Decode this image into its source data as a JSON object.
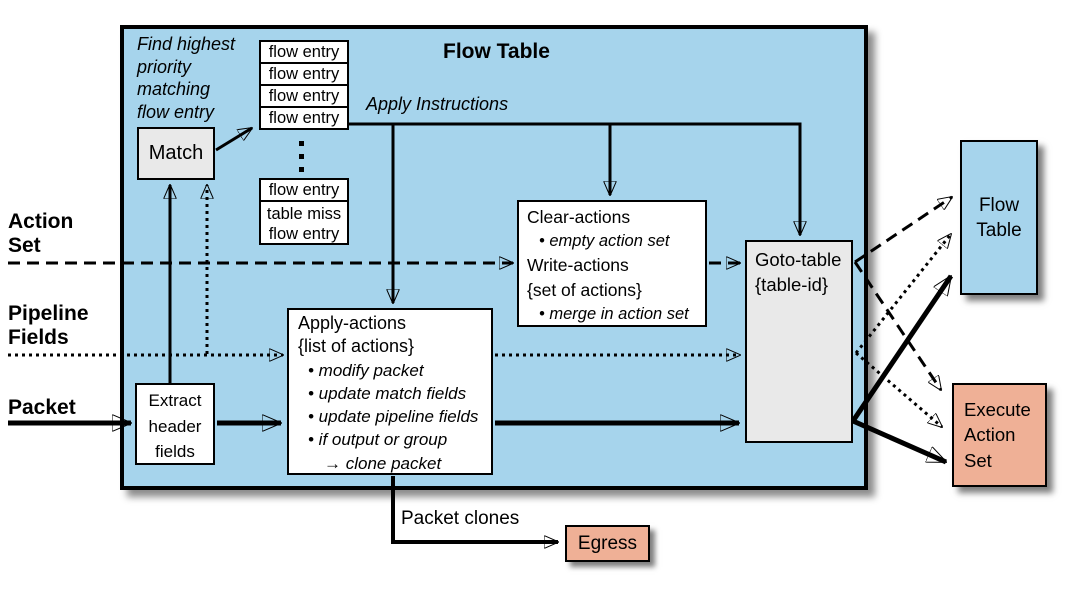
{
  "panel": {
    "title": "Flow Table"
  },
  "note_lines": [
    "Find highest",
    "priority",
    "matching",
    "flow entry"
  ],
  "match_label": "Match",
  "flow_entries_top": [
    "flow entry",
    "flow entry",
    "flow entry",
    "flow entry"
  ],
  "flow_entry_bottom": "flow entry",
  "table_miss_lines": [
    "table miss",
    "flow entry"
  ],
  "apply_instructions_label": "Apply Instructions",
  "clear_write": {
    "clear_title": "Clear-actions",
    "clear_item": "• empty action set",
    "write_title": "Write-actions",
    "write_sub": "{set of actions}",
    "write_item": "• merge in action set"
  },
  "apply_actions": {
    "title": "Apply-actions",
    "sub": "{list of actions}",
    "items": [
      "• modify packet",
      "• update match fields",
      "• update pipeline fields",
      "• if output or group",
      "→ clone packet"
    ]
  },
  "goto_table": {
    "line1": "Goto-table",
    "line2": "{table-id}"
  },
  "extract_lines": [
    "Extract",
    "header",
    "fields"
  ],
  "left_labels": {
    "action_set_lines": [
      "Action",
      "Set"
    ],
    "pipeline_lines": [
      "Pipeline",
      "Fields"
    ],
    "packet": "Packet"
  },
  "right": {
    "flow_table_lines": [
      "Flow",
      "Table"
    ],
    "execute_lines": [
      "Execute",
      "Action",
      "Set"
    ],
    "egress": "Egress"
  },
  "packet_clones_label": "Packet clones",
  "colors": {
    "panel_blue": "#a6d4ec",
    "salmon": "#efb096",
    "box_gray": "#e9e9e9",
    "ink": "#000000"
  }
}
